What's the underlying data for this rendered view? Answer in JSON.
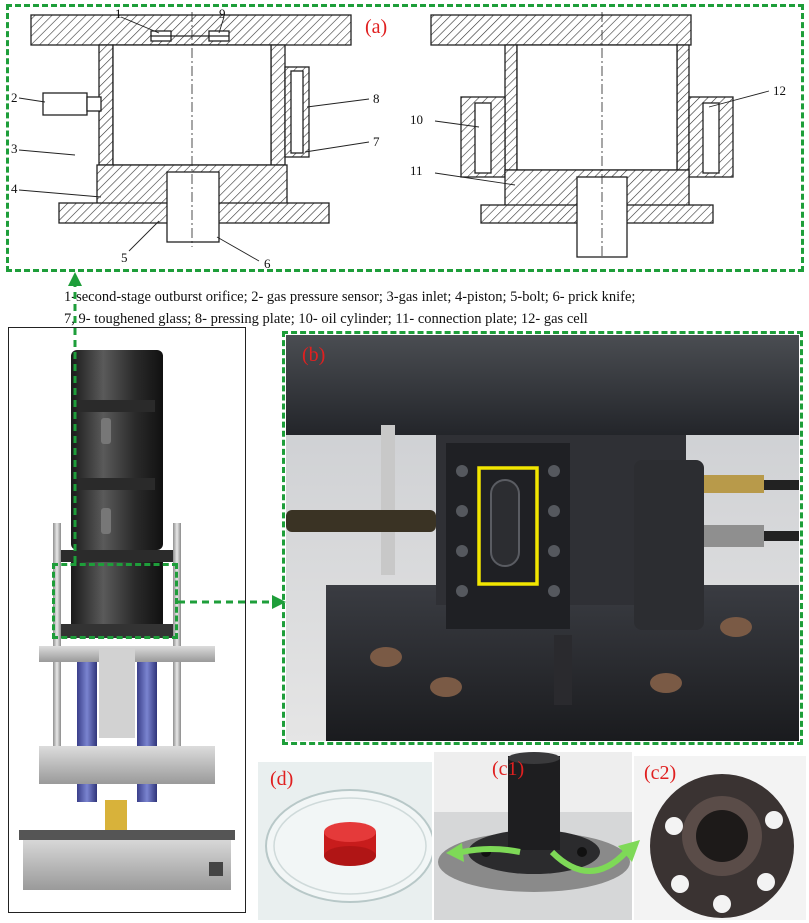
{
  "panels": {
    "a": "(a)",
    "b": "(b)",
    "c1": "(c1)",
    "c2": "(c2)",
    "d": "(d)"
  },
  "part_numbers": [
    "1",
    "2",
    "3",
    "4",
    "5",
    "6",
    "7",
    "8",
    "9",
    "10",
    "11",
    "12"
  ],
  "caption": {
    "line1": "1-second-stage outburst orifice; 2- gas pressure sensor; 3-gas inlet; 4-piston; 5-bolt; 6- prick knife;",
    "line2": "7, 9- toughened glass; 8- pressing plate; 10- oil cylinder; 11- connection plate; 12- gas cell"
  },
  "colors": {
    "dash_green": "#1e9e3a",
    "label_red": "#e02020",
    "highlight_yellow": "#f2e600",
    "arrow_green": "#7ed957"
  }
}
